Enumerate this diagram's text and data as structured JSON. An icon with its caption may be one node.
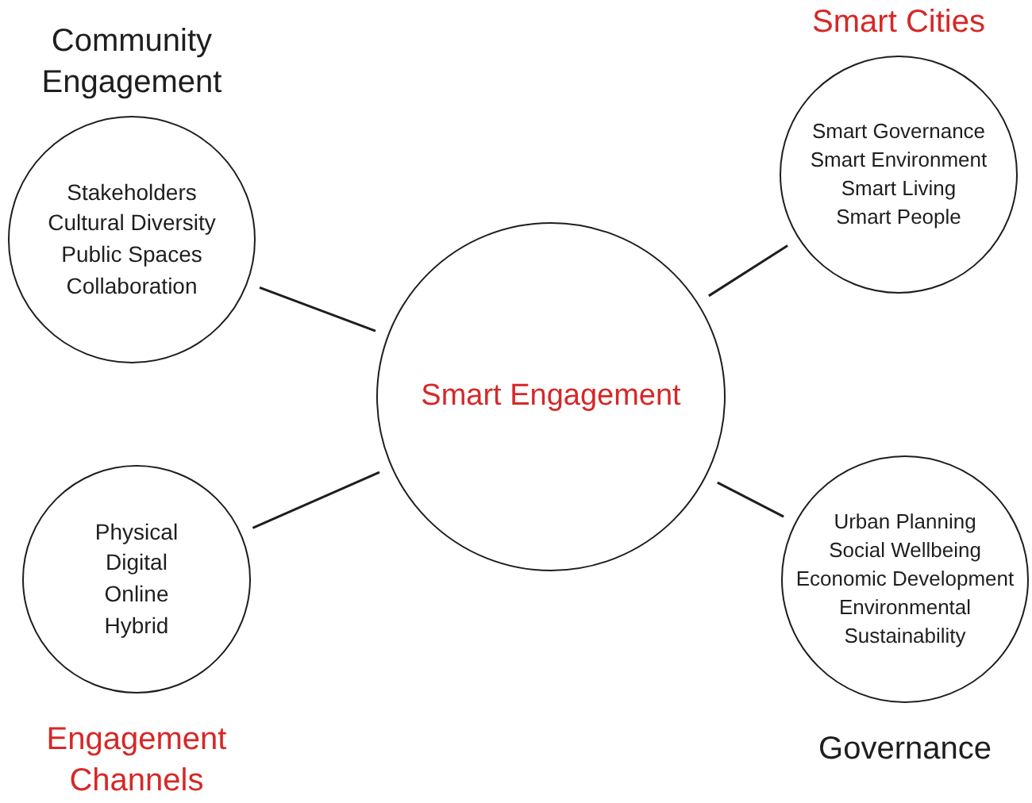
{
  "diagram": {
    "nodes": [
      {
        "text": [
          "Community Engagement",
          "Stakeholders",
          "Cultural Diversity",
          "Public Spaces",
          "Collaboration"
        ]
      },
      {
        "text": [
          "Smart Cities",
          "Smart Governance",
          "Smart Environment",
          "Smart Living",
          "Smart People"
        ]
      },
      {
        "text": [
          "Smart Engagement"
        ]
      },
      {
        "text": [
          "Physical",
          "Digital",
          "Online",
          "Hybrid",
          "Engagement Channels"
        ]
      },
      {
        "text": [
          "Urban Planning",
          "Social Wellbeing",
          "Economic Development",
          "Environmental",
          "Sustainability",
          "Governance"
        ]
      }
    ],
    "edges": [
      {
        "from": 2,
        "to": 0,
        "arrow": "none"
      },
      {
        "from": 2,
        "to": 1,
        "arrow": "none"
      },
      {
        "from": 2,
        "to": 3,
        "arrow": "none"
      },
      {
        "from": 2,
        "to": 4,
        "arrow": "none"
      }
    ]
  }
}
